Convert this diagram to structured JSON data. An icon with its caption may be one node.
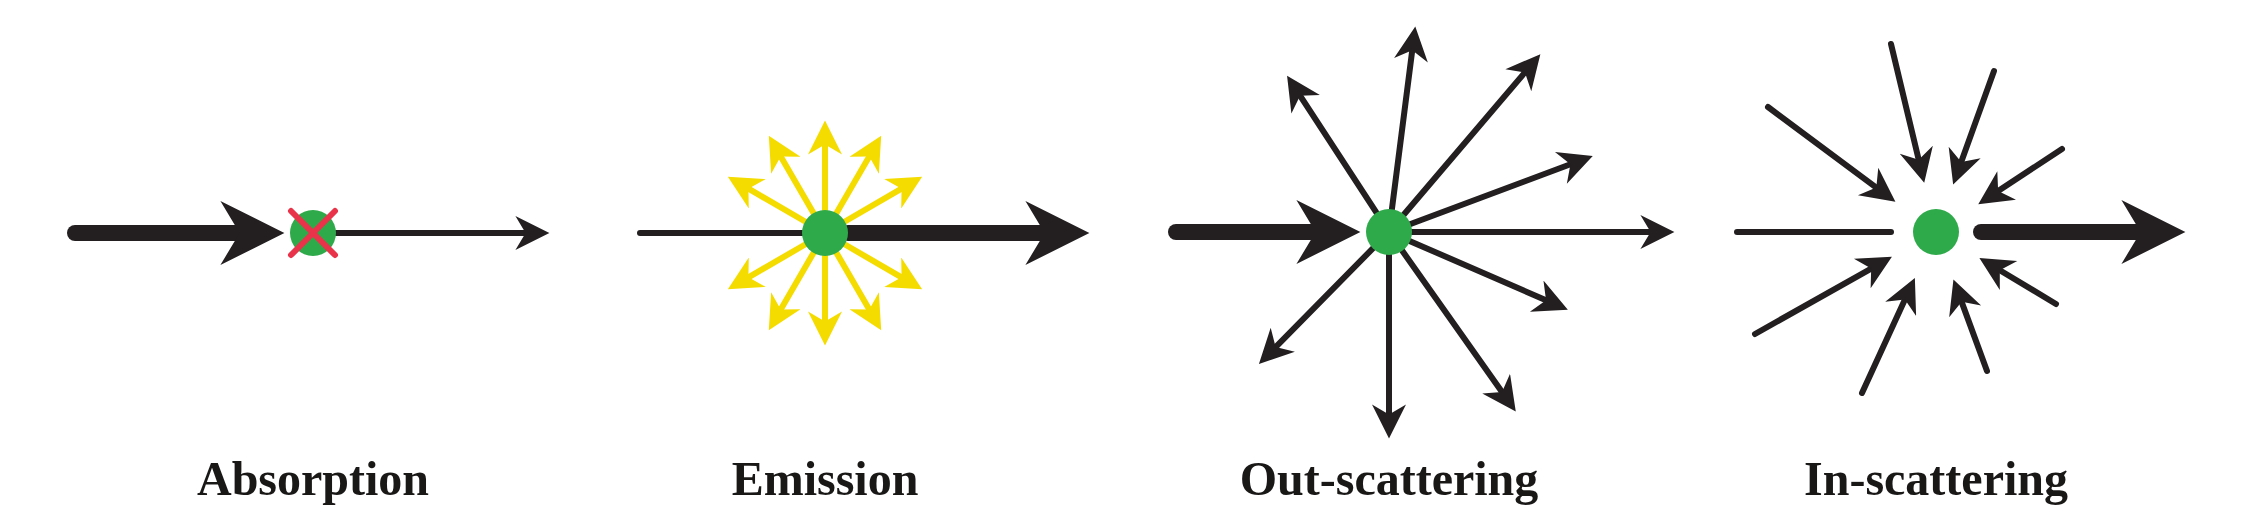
{
  "diagram": {
    "nodes": [
      {
        "text": [],
        "shape": "circle"
      },
      {
        "text": [],
        "shape": "circle"
      },
      {
        "text": [],
        "shape": "circle"
      },
      {
        "text": [],
        "shape": "circle"
      }
    ],
    "edges": [
      {
        "from": null,
        "to": 0,
        "arrow": "to",
        "style": "thick"
      },
      {
        "from": 0,
        "to": null,
        "arrow": "to"
      },
      {
        "from": null,
        "to": 1,
        "arrow": "none"
      },
      {
        "from": 1,
        "to": null,
        "arrow": "to",
        "style": "thick"
      },
      {
        "from": 1,
        "to": null,
        "arrow": "to",
        "color": "#f5dc00"
      },
      {
        "from": 1,
        "to": null,
        "arrow": "to",
        "color": "#f5dc00"
      },
      {
        "from": 1,
        "to": null,
        "arrow": "to",
        "color": "#f5dc00"
      },
      {
        "from": 1,
        "to": null,
        "arrow": "to",
        "color": "#f5dc00"
      },
      {
        "from": 1,
        "to": null,
        "arrow": "to",
        "color": "#f5dc00"
      },
      {
        "from": 1,
        "to": null,
        "arrow": "to",
        "color": "#f5dc00"
      },
      {
        "from": 1,
        "to": null,
        "arrow": "to",
        "color": "#f5dc00"
      },
      {
        "from": 1,
        "to": null,
        "arrow": "to",
        "color": "#f5dc00"
      },
      {
        "from": 1,
        "to": null,
        "arrow": "to",
        "color": "#f5dc00"
      },
      {
        "from": 1,
        "to": null,
        "arrow": "to",
        "color": "#f5dc00"
      },
      {
        "from": null,
        "to": 2,
        "arrow": "to",
        "style": "thick"
      },
      {
        "from": 2,
        "to": null,
        "arrow": "to"
      },
      {
        "from": 2,
        "to": null,
        "arrow": "to"
      },
      {
        "from": 2,
        "to": null,
        "arrow": "to"
      },
      {
        "from": 2,
        "to": null,
        "arrow": "to"
      },
      {
        "from": 2,
        "to": null,
        "arrow": "to"
      },
      {
        "from": 2,
        "to": null,
        "arrow": "to"
      },
      {
        "from": 2,
        "to": null,
        "arrow": "to"
      },
      {
        "from": 2,
        "to": null,
        "arrow": "to"
      },
      {
        "from": 2,
        "to": null,
        "arrow": "to"
      },
      {
        "from": null,
        "to": 3,
        "arrow": "none"
      },
      {
        "from": 3,
        "to": null,
        "arrow": "to",
        "style": "thick"
      },
      {
        "from": null,
        "to": 3,
        "arrow": "to"
      },
      {
        "from": null,
        "to": 3,
        "arrow": "to"
      },
      {
        "from": null,
        "to": 3,
        "arrow": "to"
      },
      {
        "from": null,
        "to": 3,
        "arrow": "to"
      },
      {
        "from": null,
        "to": 3,
        "arrow": "to"
      },
      {
        "from": null,
        "to": 3,
        "arrow": "to"
      },
      {
        "from": null,
        "to": 3,
        "arrow": "to"
      },
      {
        "from": null,
        "to": 3,
        "arrow": "to"
      }
    ],
    "labels": [
      "Absorption",
      "Emission",
      "Out-scattering",
      "In-scattering"
    ]
  }
}
